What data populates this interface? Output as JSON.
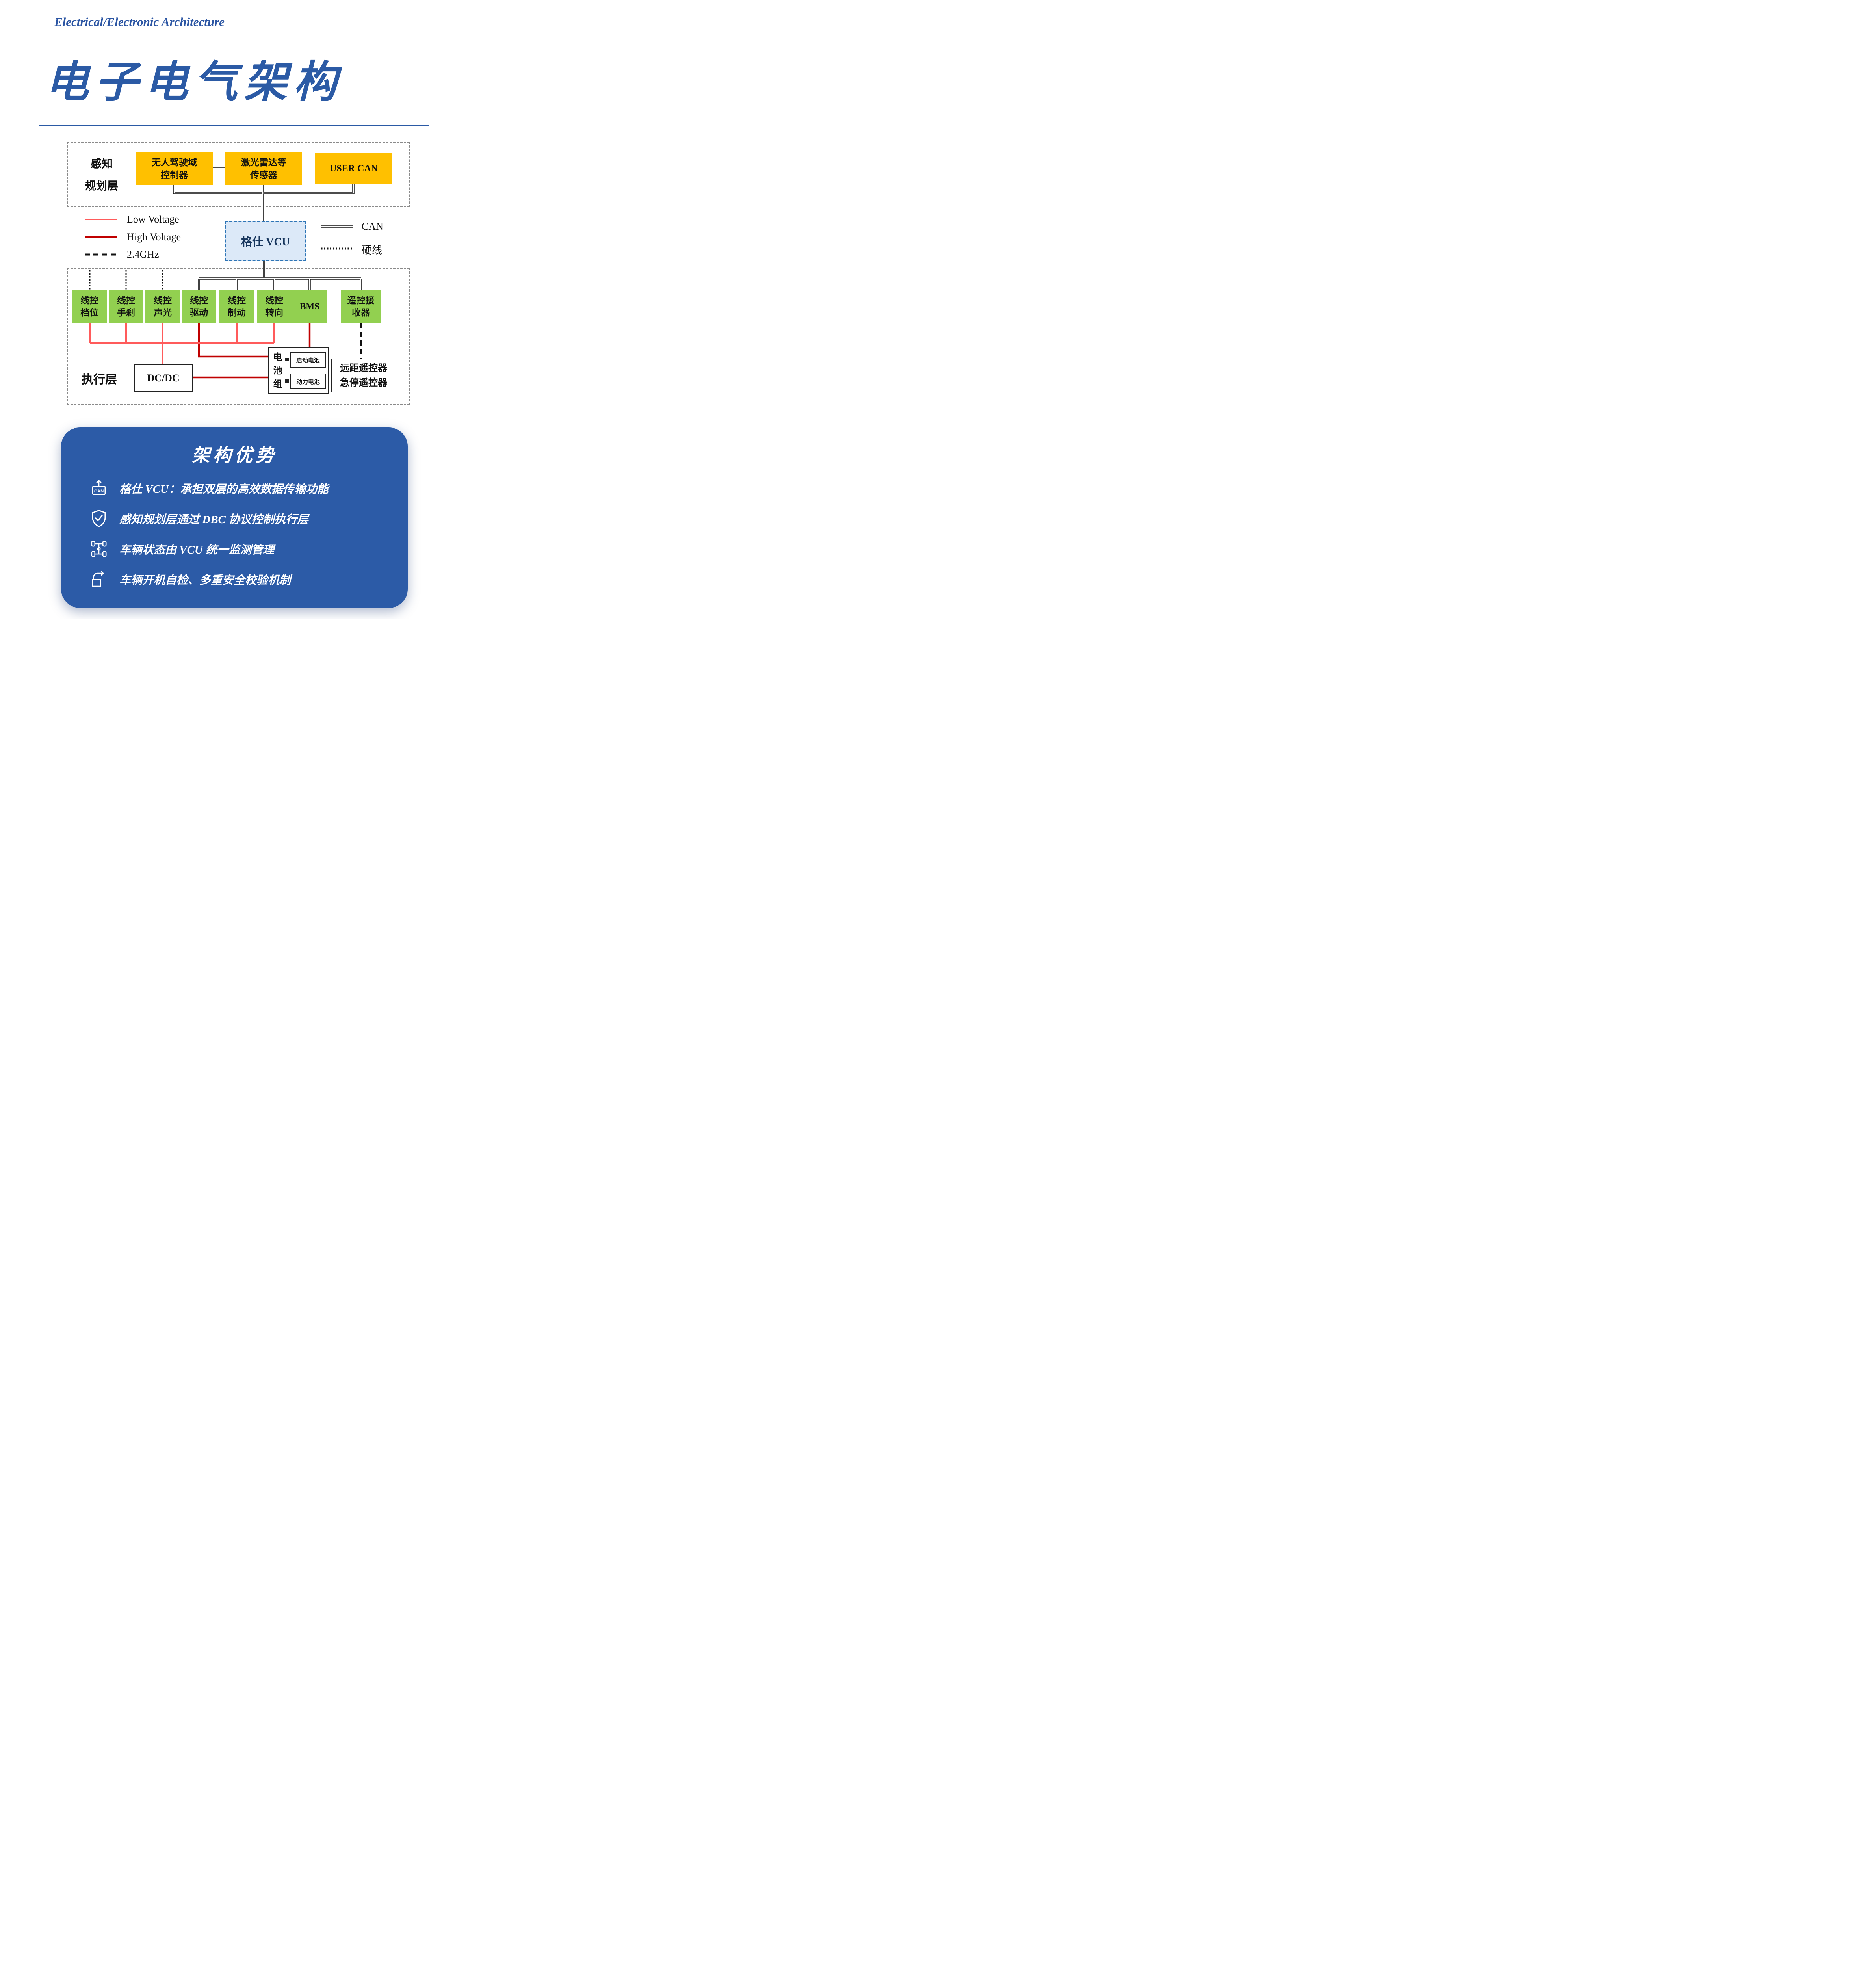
{
  "header": {
    "subtitle": "Electrical/Electronic Architecture",
    "title": "电子电气架构"
  },
  "perception_layer": {
    "label_line1": "感知",
    "label_line2": "规划层",
    "box_ad_line1": "无人驾驶域",
    "box_ad_line2": "控制器",
    "box_lidar_line1": "激光雷达等",
    "box_lidar_line2": "传感器",
    "box_usercan": "USER CAN"
  },
  "vcu": {
    "label": "格仕 VCU"
  },
  "legend": {
    "low_voltage": "Low Voltage",
    "high_voltage": "High Voltage",
    "wireless": "2.4GHz",
    "can": "CAN",
    "hardwire": "硬线"
  },
  "execution_layer": {
    "label": "执行层",
    "green_boxes": [
      {
        "line1": "线控",
        "line2": "档位"
      },
      {
        "line1": "线控",
        "line2": "手刹"
      },
      {
        "line1": "线控",
        "line2": "声光"
      },
      {
        "line1": "线控",
        "line2": "驱动"
      },
      {
        "line1": "线控",
        "line2": "制动"
      },
      {
        "line1": "线控",
        "line2": "转向"
      },
      {
        "line1": "BMS",
        "line2": ""
      },
      {
        "line1": "遥控接",
        "line2": "收器"
      }
    ],
    "dcdc": "DC/DC",
    "battery": {
      "group_char1": "电",
      "group_char2": "池",
      "group_char3": "组",
      "starter": "启动电池",
      "power": "动力电池"
    },
    "remote_line1": "远距遥控器",
    "remote_line2": "急停遥控器"
  },
  "advantages": {
    "title": "架构优势",
    "can_icon_label": "CAN",
    "items": [
      {
        "text": "格仕 VCU：承担双层的高效数据传输功能"
      },
      {
        "text": "感知规划层通过 DBC 协议控制执行层"
      },
      {
        "text": "车辆状态由 VCU 统一监测管理"
      },
      {
        "text": "车辆开机自检、多重安全校验机制"
      }
    ]
  },
  "colors": {
    "accent_blue": "#2B5AA5",
    "panel_blue": "#2C5BA7",
    "orange": "#FFC000",
    "green": "#92D050",
    "low_voltage": "#FF5B5B",
    "high_voltage": "#C00000",
    "vcu_fill": "#DCE9F8",
    "vcu_border": "#2E75B6"
  }
}
